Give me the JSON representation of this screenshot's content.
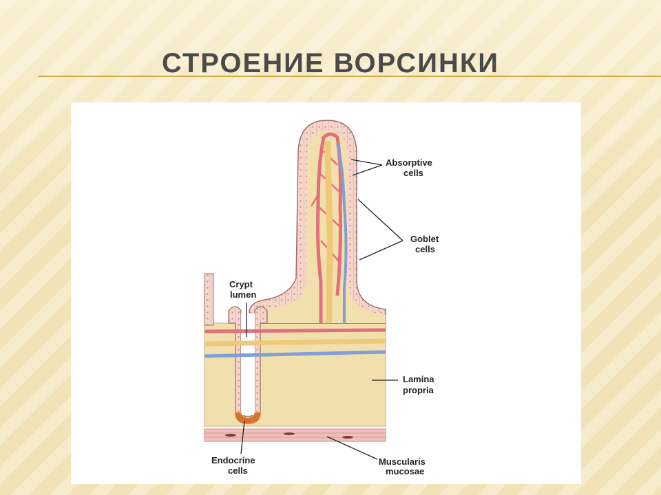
{
  "slide": {
    "title": "СТРОЕНИЕ ВОРСИНКИ"
  },
  "diagram": {
    "labels": {
      "absorptive_1": "Absorptive",
      "absorptive_2": "cells",
      "goblet_1": "Goblet",
      "goblet_2": "cells",
      "crypt_1": "Crypt",
      "crypt_2": "lumen",
      "lamina_1": "Lamina",
      "lamina_2": "propria",
      "endocrine_1": "Endocrine",
      "endocrine_2": "cells",
      "muscularis_1": "Muscularis",
      "muscularis_2": "mucosae"
    },
    "colors": {
      "tissue": "#f2dfae",
      "epithelium": "#f6d6cc",
      "artery": "#e2707a",
      "vein": "#7f9fd6",
      "lacteal": "#eec97a",
      "endocrine": "#d9732a",
      "muscle": "#f1bfbb"
    }
  }
}
